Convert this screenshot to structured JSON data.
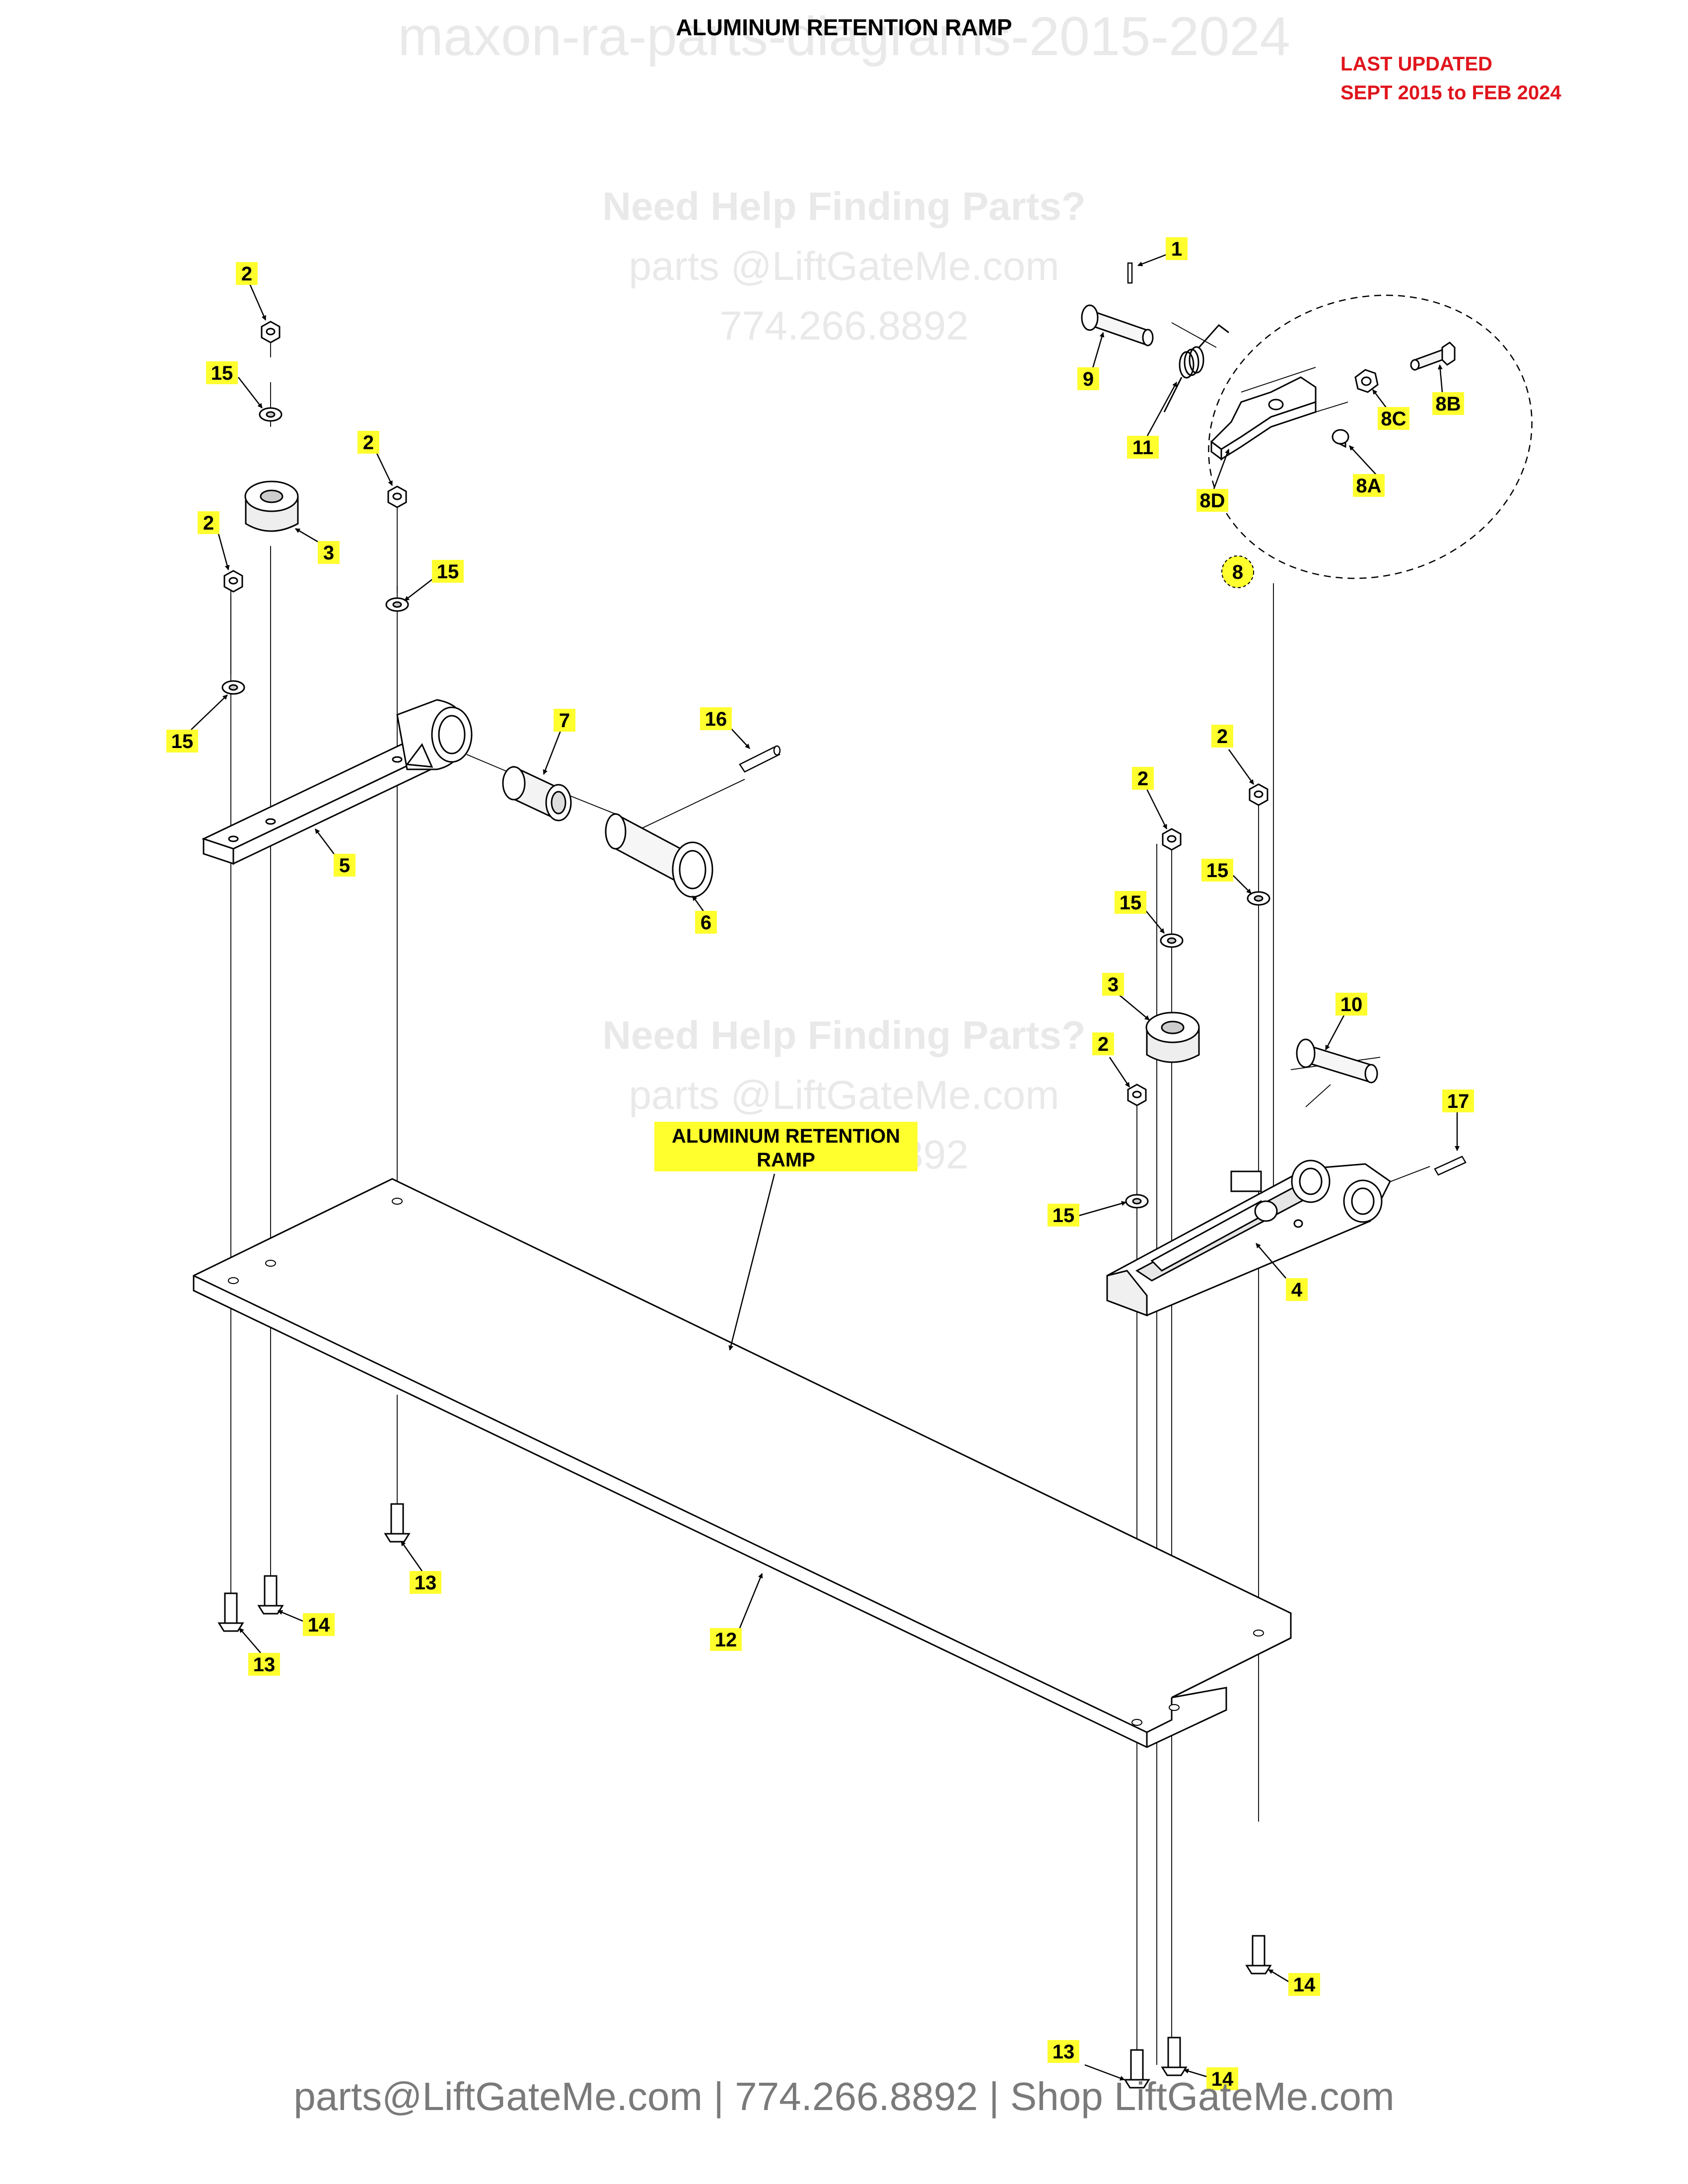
{
  "title": "ALUMINUM RETENTION RAMP",
  "watermark_top": "maxon-ra-parts-diagrams-2015-2024",
  "watermark_help": "Need Help Finding Parts?",
  "watermark_email": "parts @LiftGateMe.com",
  "watermark_phone": "774.266.8892",
  "last_updated": [
    "LAST UPDATED",
    "SEPT 2015 to FEB 2024"
  ],
  "callout": [
    "ALUMINUM RETENTION",
    "RAMP"
  ],
  "footer": "parts@LiftGateMe.com | 774.266.8892 | Shop LiftGateMe.com",
  "part_labels": [
    "1",
    "2",
    "2",
    "2",
    "2",
    "2",
    "2",
    "3",
    "3",
    "4",
    "5",
    "6",
    "7",
    "8",
    "8A",
    "8B",
    "8C",
    "8D",
    "9",
    "10",
    "11",
    "12",
    "13",
    "13",
    "13",
    "14",
    "14",
    "14",
    "15",
    "15",
    "15",
    "15",
    "15",
    "15",
    "16",
    "17"
  ],
  "colors": {
    "highlight": "#ffff2e",
    "updated_text": "#e0141c",
    "watermark": "#e9e9e9",
    "footer_text": "#7a7a7a",
    "line": "#000000"
  }
}
